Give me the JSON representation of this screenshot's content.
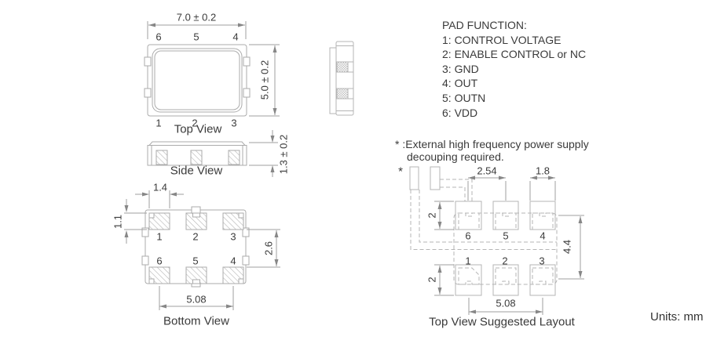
{
  "units_label": "Units: mm",
  "pad_function": {
    "title": "PAD FUNCTION:",
    "items": [
      "1: CONTROL VOLTAGE",
      "2: ENABLE CONTROL or NC",
      "3: GND",
      "4: OUT",
      "5: OUTN",
      "6: VDD"
    ]
  },
  "note": {
    "line1": "* :External high frequency power supply",
    "line2": "decouping required."
  },
  "views": {
    "top": {
      "caption": "Top View",
      "dim_width": "7.0 ± 0.2",
      "dim_height": "5.0 ± 0.2",
      "pins_top": [
        "6",
        "5",
        "4"
      ],
      "pins_bottom": [
        "1",
        "2",
        "3"
      ]
    },
    "side": {
      "caption": "Side View",
      "dim_thickness": "1.3 ± 0.2"
    },
    "bottom": {
      "caption": "Bottom View",
      "dim_pad_width": "1.4",
      "dim_pad_height": "1.1",
      "dim_row_gap": "2.6",
      "dim_pitch": "5.08",
      "pins_row1": [
        "1",
        "2",
        "3"
      ],
      "pins_row2": [
        "6",
        "5",
        "4"
      ]
    },
    "layout": {
      "caption": "Top View Suggested Layout",
      "marker": "*",
      "dim_pad_pitch": "2.54",
      "dim_pad_width": "1.8",
      "dim_pad_height_top": "2",
      "dim_pad_height_bottom": "2",
      "dim_row_pitch": "4.4",
      "dim_pitch": "5.08",
      "pins_row1": [
        "6",
        "5",
        "4"
      ],
      "pins_row2": [
        "1",
        "2",
        "3"
      ]
    }
  },
  "colors": {
    "outline": "#ababab",
    "dimension": "#9f9f9f",
    "arrow": "#878787",
    "text": "#3a3a3a",
    "background": "#ffffff"
  }
}
